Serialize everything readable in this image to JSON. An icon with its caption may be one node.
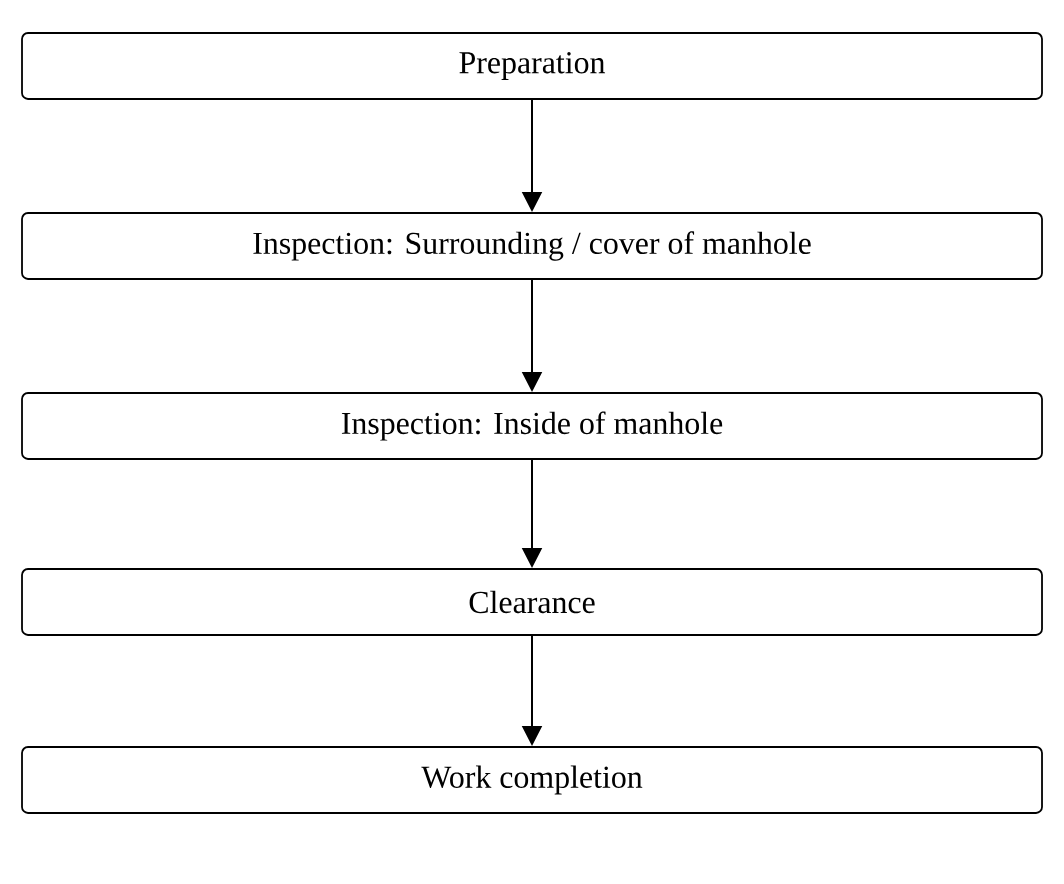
{
  "diagram": {
    "nodes": [
      {
        "text": [
          "Preparation"
        ]
      },
      {
        "text": [
          "Inspection: Surrounding / cover of manhole"
        ]
      },
      {
        "text": [
          "Inspection: Inside of manhole"
        ]
      },
      {
        "text": [
          "Clearance"
        ]
      },
      {
        "text": [
          "Work completion"
        ]
      }
    ],
    "edges": [
      {
        "from": 0,
        "to": 1,
        "arrow": "to"
      },
      {
        "from": 1,
        "to": 2,
        "arrow": "to"
      },
      {
        "from": 2,
        "to": 3,
        "arrow": "to"
      },
      {
        "from": 3,
        "to": 4,
        "arrow": "to"
      }
    ]
  }
}
